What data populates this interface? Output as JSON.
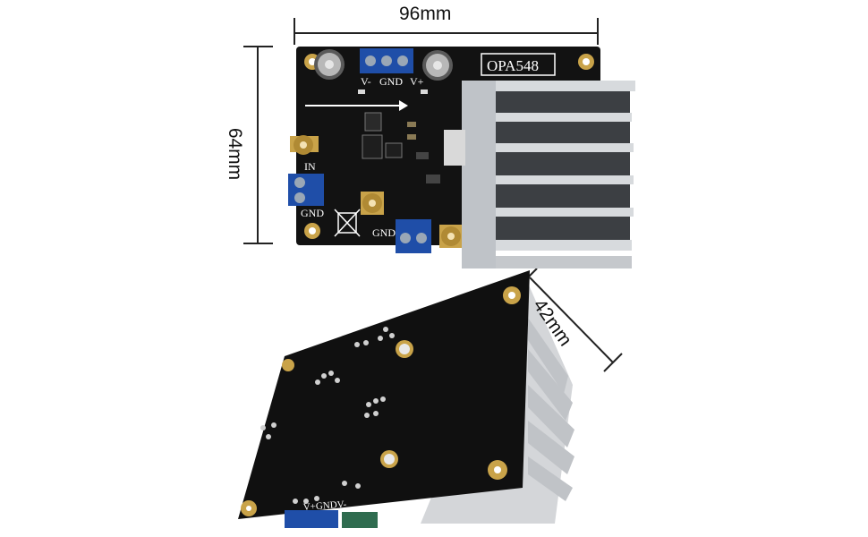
{
  "dimensions": {
    "width": "96mm",
    "height": "64mm",
    "depth": "42mm"
  },
  "board": {
    "model_label": "OPA548",
    "power_silk": {
      "v_minus": "V-",
      "gnd": "GND",
      "v_plus": "V+"
    },
    "in_label": "IN",
    "gnd_left": "GND",
    "gnd_bottom": "GND",
    "bottom_silk": "V+GNDV-"
  },
  "colors": {
    "pcb": "#111111",
    "terminal": "#1f4ea8",
    "heatsink": "#c9ccd1",
    "gold": "#c9a349"
  }
}
